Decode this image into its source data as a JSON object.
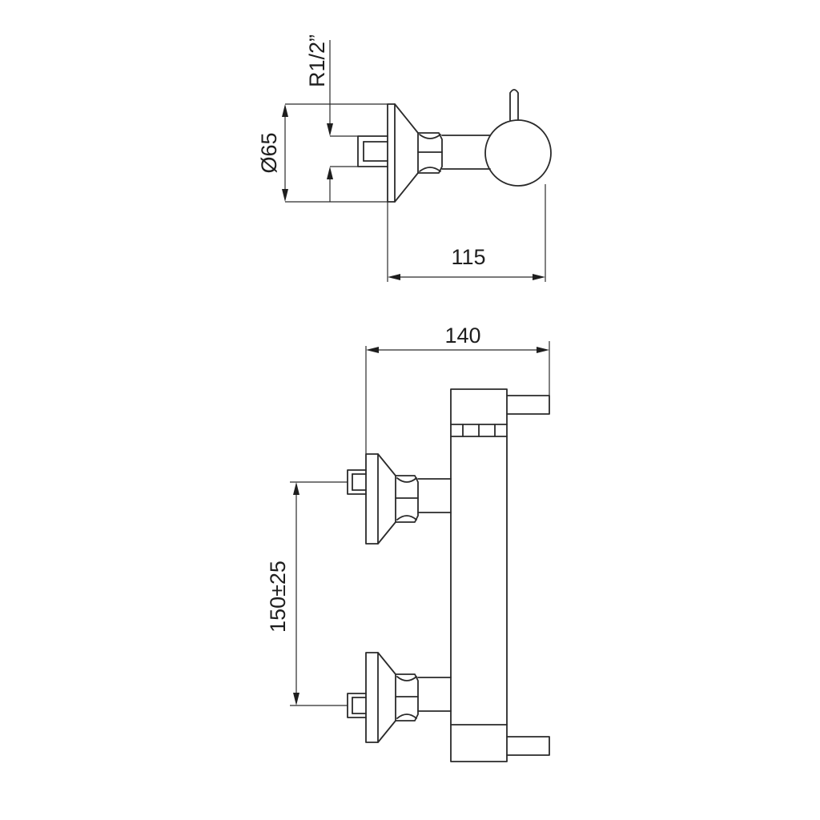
{
  "drawing": {
    "line_color": "#2a2a2a",
    "background": "#ffffff",
    "dimensions": {
      "thread": "R1/2”",
      "diameter": "Ø65",
      "depth": "115",
      "width": "140",
      "spacing": "150±25"
    }
  }
}
